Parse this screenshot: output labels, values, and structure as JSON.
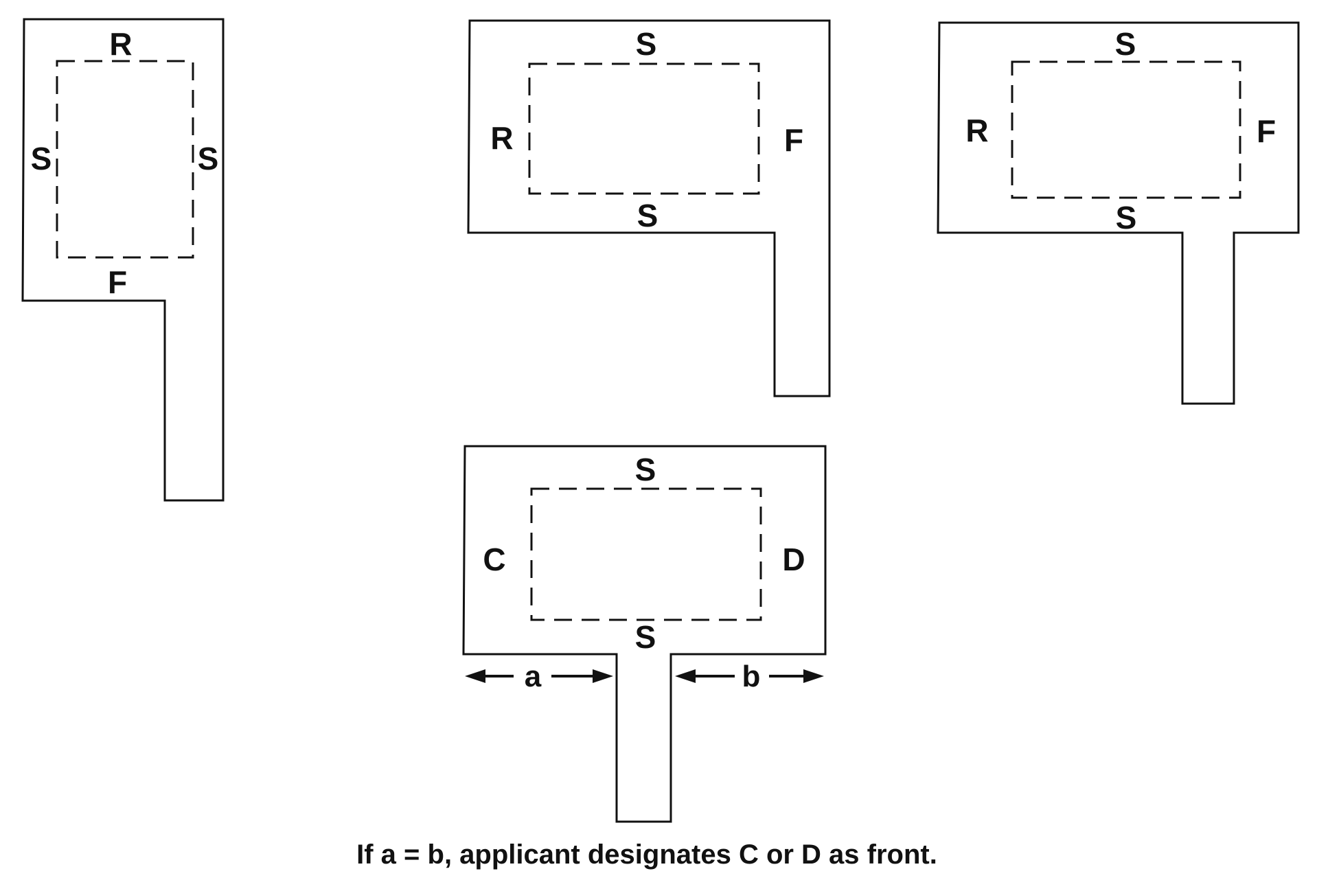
{
  "diagram_1": {
    "label_top": "R",
    "label_left": "S",
    "label_right": "S",
    "label_bottom": "F"
  },
  "diagram_2": {
    "label_top": "S",
    "label_left": "R",
    "label_right": "F",
    "label_bottom": "S"
  },
  "diagram_3": {
    "label_top": "S",
    "label_left": "R",
    "label_right": "F",
    "label_bottom": "S"
  },
  "diagram_4": {
    "label_top": "S",
    "label_left": "C",
    "label_right": "D",
    "label_bottom": "S",
    "dimension_left": "a",
    "dimension_right": "b"
  },
  "caption": "If a = b, applicant designates C or D as front.",
  "colors": {
    "line": "#111111",
    "background": "#ffffff"
  }
}
